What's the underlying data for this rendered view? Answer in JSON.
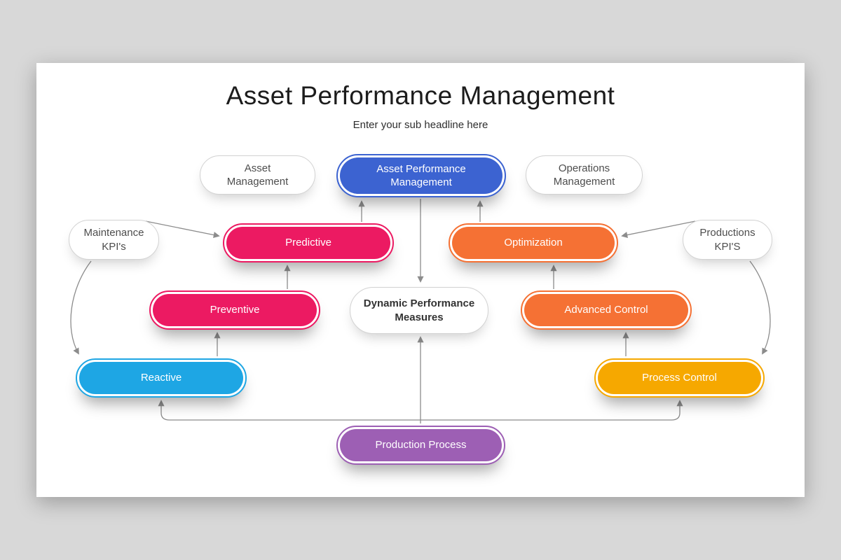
{
  "page": {
    "background": "#d8d8d8",
    "slide_background": "#ffffff",
    "connector_color": "#8c8c8c"
  },
  "header": {
    "title": "Asset Performance Management",
    "subtitle": "Enter your sub headline here"
  },
  "nodes": [
    {
      "id": "asset-management",
      "label": "Asset\nManagement",
      "fill": "#ffffff",
      "text_color": "#4d4d4d"
    },
    {
      "id": "asset-performance-management",
      "label": "Asset Performance\nManagement",
      "fill": "#3c63d1",
      "text_color": "#ffffff"
    },
    {
      "id": "operations-management",
      "label": "Operations\nManagement",
      "fill": "#ffffff",
      "text_color": "#4d4d4d"
    },
    {
      "id": "maintenance-kpis",
      "label": "Maintenance\nKPI's",
      "fill": "#ffffff",
      "text_color": "#4d4d4d"
    },
    {
      "id": "predictive",
      "label": "Predictive",
      "fill": "#ec1a62",
      "text_color": "#ffffff"
    },
    {
      "id": "optimization",
      "label": "Optimization",
      "fill": "#f57134",
      "text_color": "#ffffff"
    },
    {
      "id": "productions-kpis",
      "label": "Productions\nKPI'S",
      "fill": "#ffffff",
      "text_color": "#4d4d4d"
    },
    {
      "id": "preventive",
      "label": "Preventive",
      "fill": "#ec1a62",
      "text_color": "#ffffff"
    },
    {
      "id": "dynamic-performance-measures",
      "label": "Dynamic Performance\nMeasures",
      "fill": "#ffffff",
      "text_color": "#333333"
    },
    {
      "id": "advanced-control",
      "label": "Advanced Control",
      "fill": "#f57134",
      "text_color": "#ffffff"
    },
    {
      "id": "reactive",
      "label": "Reactive",
      "fill": "#1ea6e4",
      "text_color": "#ffffff"
    },
    {
      "id": "process-control",
      "label": "Process Control",
      "fill": "#f6a800",
      "text_color": "#ffffff"
    },
    {
      "id": "production-process",
      "label": "Production Process",
      "fill": "#9d5fb4",
      "text_color": "#ffffff"
    }
  ],
  "connections": [
    {
      "from": "asset-performance-management",
      "to": "dynamic-performance-measures"
    },
    {
      "from": "predictive",
      "to": "asset-performance-management"
    },
    {
      "from": "optimization",
      "to": "asset-performance-management"
    },
    {
      "from": "preventive",
      "to": "predictive"
    },
    {
      "from": "reactive",
      "to": "preventive"
    },
    {
      "from": "advanced-control",
      "to": "optimization"
    },
    {
      "from": "process-control",
      "to": "advanced-control"
    },
    {
      "from": "production-process",
      "to": "dynamic-performance-measures"
    },
    {
      "from": "production-process",
      "to": "reactive"
    },
    {
      "from": "production-process",
      "to": "process-control"
    },
    {
      "from": "maintenance-kpis",
      "to": "predictive"
    },
    {
      "from": "maintenance-kpis",
      "to": "reactive"
    },
    {
      "from": "productions-kpis",
      "to": "optimization"
    },
    {
      "from": "productions-kpis",
      "to": "process-control"
    }
  ]
}
